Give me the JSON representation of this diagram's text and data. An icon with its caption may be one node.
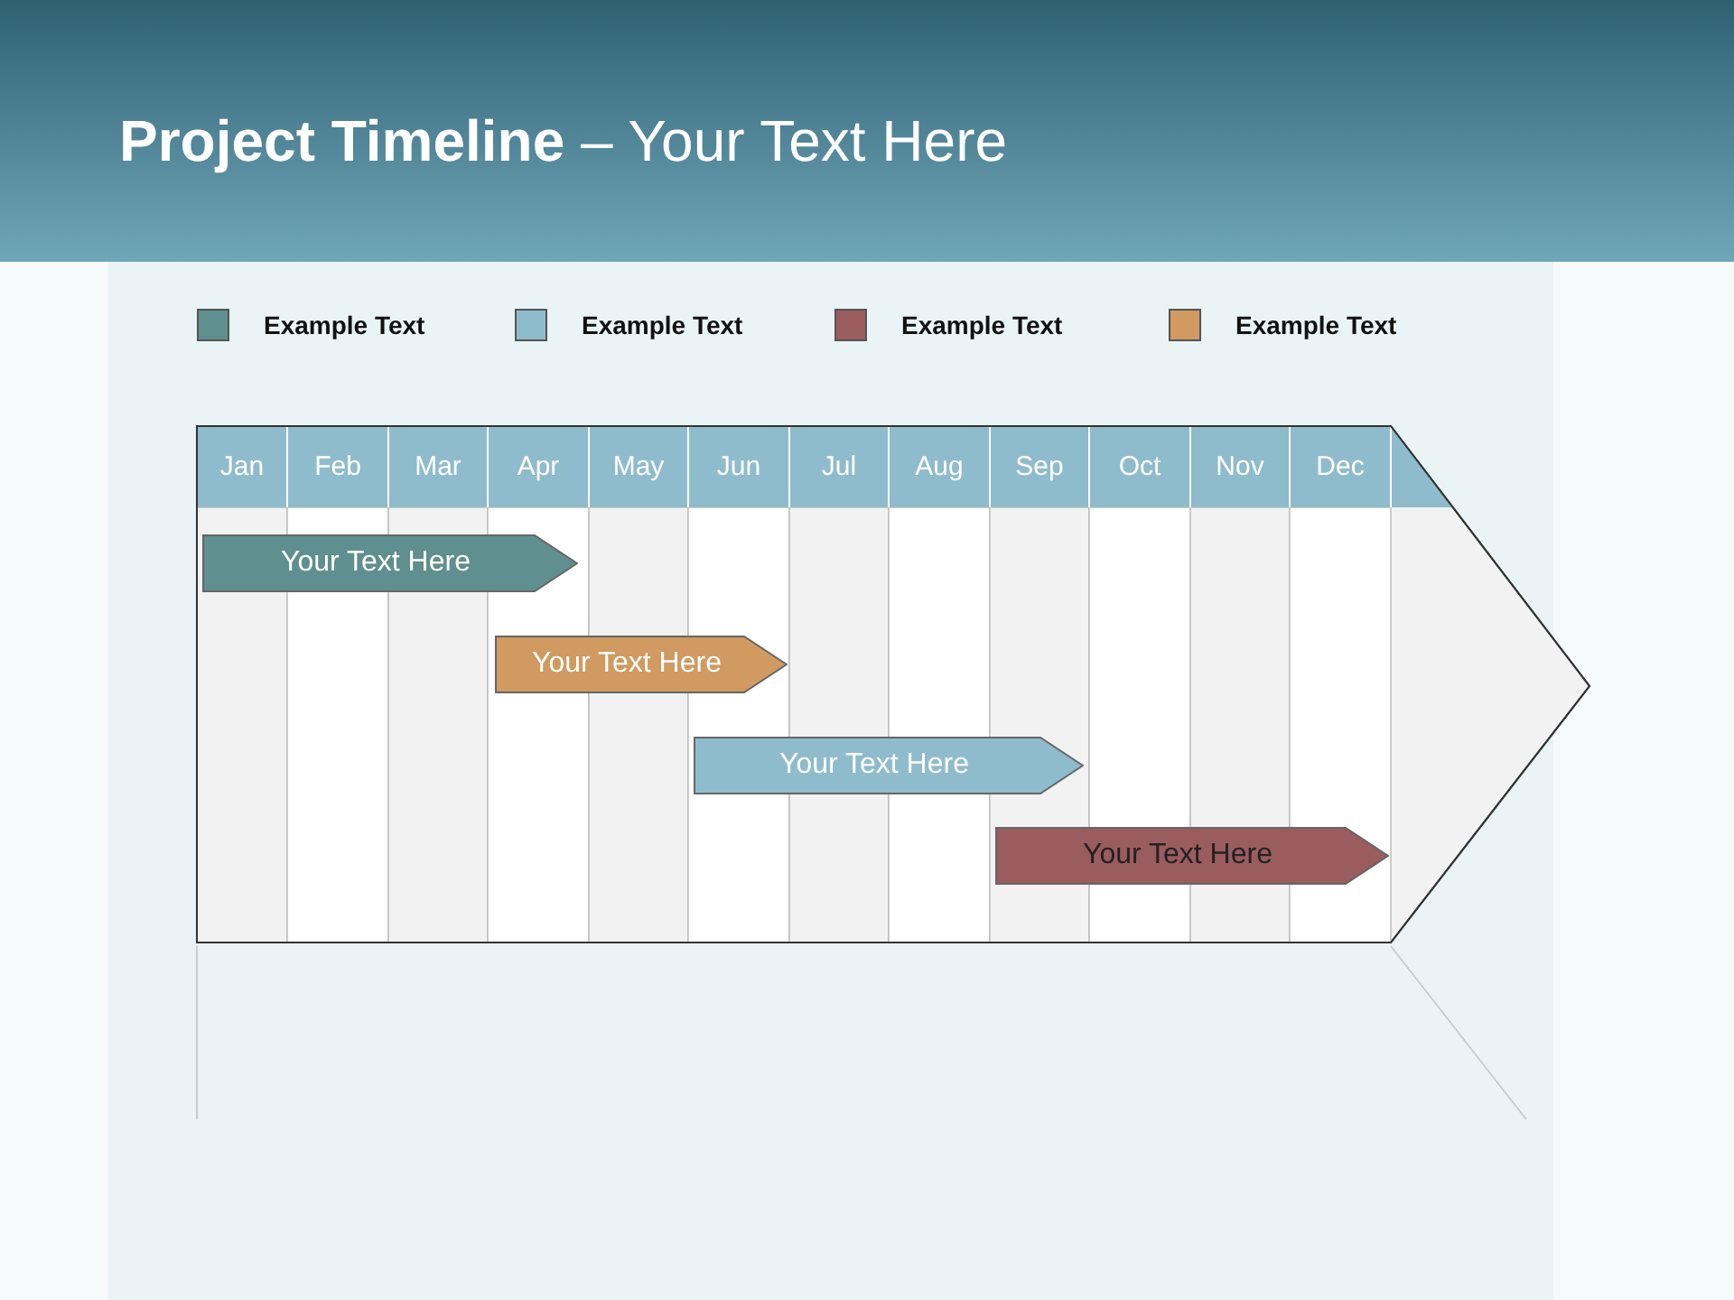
{
  "diagram": {
    "title": "**Project Timeline** – Your Text Here",
    "nodes": [
      {
        "text": [
          "Your Text Here"
        ]
      },
      {
        "text": [
          "Your Text Here"
        ]
      },
      {
        "text": [
          "Your Text Here"
        ]
      },
      {
        "text": [
          "Your Text Here"
        ]
      }
    ],
    "labels": [
      "Jan",
      "Feb",
      "Mar",
      "Apr",
      "May",
      "Jun",
      "Jul",
      "Aug",
      "Sep",
      "Oct",
      "Nov",
      "Dec"
    ],
    "legend": [
      {
        "text": "Example Text",
        "color": "#5f8f8e"
      },
      {
        "text": "Example Text",
        "color": "#8fbccc"
      },
      {
        "text": "Example Text",
        "color": "#9a5c5e"
      },
      {
        "text": "Example Text",
        "color": "#d09a60"
      }
    ]
  }
}
